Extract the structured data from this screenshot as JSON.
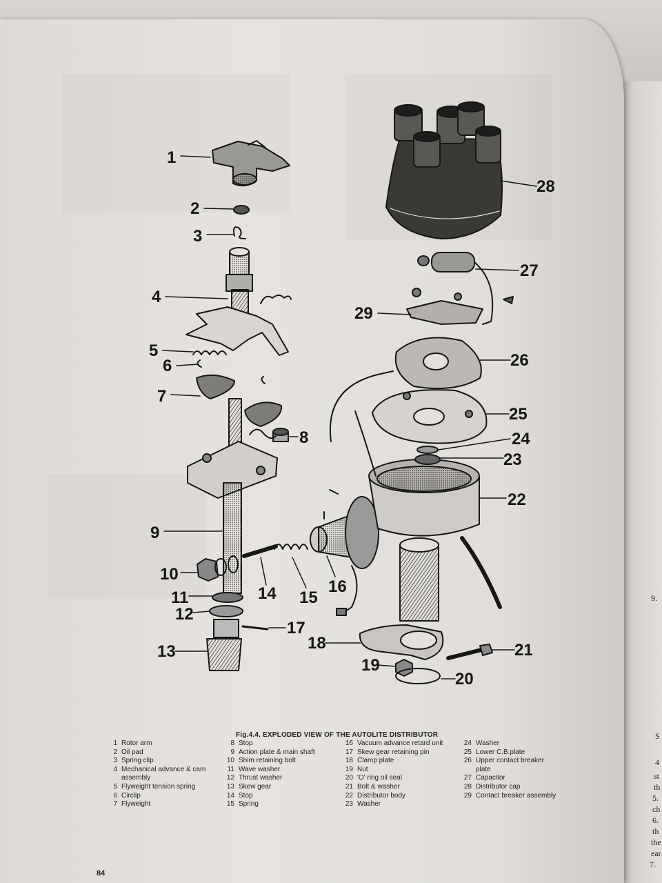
{
  "figure": {
    "caption": "Fig.4.4. EXPLODED VIEW OF THE AUTOLITE DISTRIBUTOR",
    "page_number": "84"
  },
  "callouts": [
    {
      "n": "1"
    },
    {
      "n": "2"
    },
    {
      "n": "3"
    },
    {
      "n": "4"
    },
    {
      "n": "5"
    },
    {
      "n": "6"
    },
    {
      "n": "7"
    },
    {
      "n": "8"
    },
    {
      "n": "9"
    },
    {
      "n": "10"
    },
    {
      "n": "11"
    },
    {
      "n": "12"
    },
    {
      "n": "13"
    },
    {
      "n": "14"
    },
    {
      "n": "15"
    },
    {
      "n": "16"
    },
    {
      "n": "17"
    },
    {
      "n": "18"
    },
    {
      "n": "19"
    },
    {
      "n": "20"
    },
    {
      "n": "21"
    },
    {
      "n": "22"
    },
    {
      "n": "23"
    },
    {
      "n": "24"
    },
    {
      "n": "25"
    },
    {
      "n": "26"
    },
    {
      "n": "27"
    },
    {
      "n": "28"
    },
    {
      "n": "29"
    }
  ],
  "legend": {
    "col1": [
      {
        "n": "1",
        "label": "Rotor arm"
      },
      {
        "n": "2",
        "label": "Oil pad"
      },
      {
        "n": "3",
        "label": "Spring clip"
      },
      {
        "n": "4",
        "label": "Mechanical advance & cam assembly"
      },
      {
        "n": "5",
        "label": "Flyweight tension spring"
      },
      {
        "n": "6",
        "label": "Circlip"
      },
      {
        "n": "7",
        "label": "Flyweight"
      }
    ],
    "col2": [
      {
        "n": "8",
        "label": "Stop"
      },
      {
        "n": "9",
        "label": "Action plate & main shaft"
      },
      {
        "n": "10",
        "label": "Shim retaining bolt"
      },
      {
        "n": "11",
        "label": "Wave washer"
      },
      {
        "n": "12",
        "label": "Thrust washer"
      },
      {
        "n": "13",
        "label": "Skew gear"
      },
      {
        "n": "14",
        "label": "Stop"
      },
      {
        "n": "15",
        "label": "Spring"
      }
    ],
    "col3": [
      {
        "n": "16",
        "label": "Vacuum advance retard unit"
      },
      {
        "n": "17",
        "label": "Skew gear retaining pin"
      },
      {
        "n": "18",
        "label": "Clamp plate"
      },
      {
        "n": "19",
        "label": "Nut"
      },
      {
        "n": "20",
        "label": "'O' ring oil seal"
      },
      {
        "n": "21",
        "label": "Bolt & washer"
      },
      {
        "n": "22",
        "label": "Distributor body"
      },
      {
        "n": "23",
        "label": "Washer"
      }
    ],
    "col4": [
      {
        "n": "24",
        "label": "Washer"
      },
      {
        "n": "25",
        "label": "Lower C.B.plate"
      },
      {
        "n": "26",
        "label": "Upper contact breaker plate"
      },
      {
        "n": "27",
        "label": "Capacitor"
      },
      {
        "n": "28",
        "label": "Distributor cap"
      },
      {
        "n": "29",
        "label": "Contact breaker assembly"
      }
    ]
  },
  "next_page_fragments": [
    "9.",
    "S",
    "4",
    "st",
    "th",
    "5.",
    "ch",
    "6.",
    "th",
    "the",
    "ear",
    "7."
  ],
  "colors": {
    "ink": "#161616",
    "paper": "#e4e1dc"
  }
}
